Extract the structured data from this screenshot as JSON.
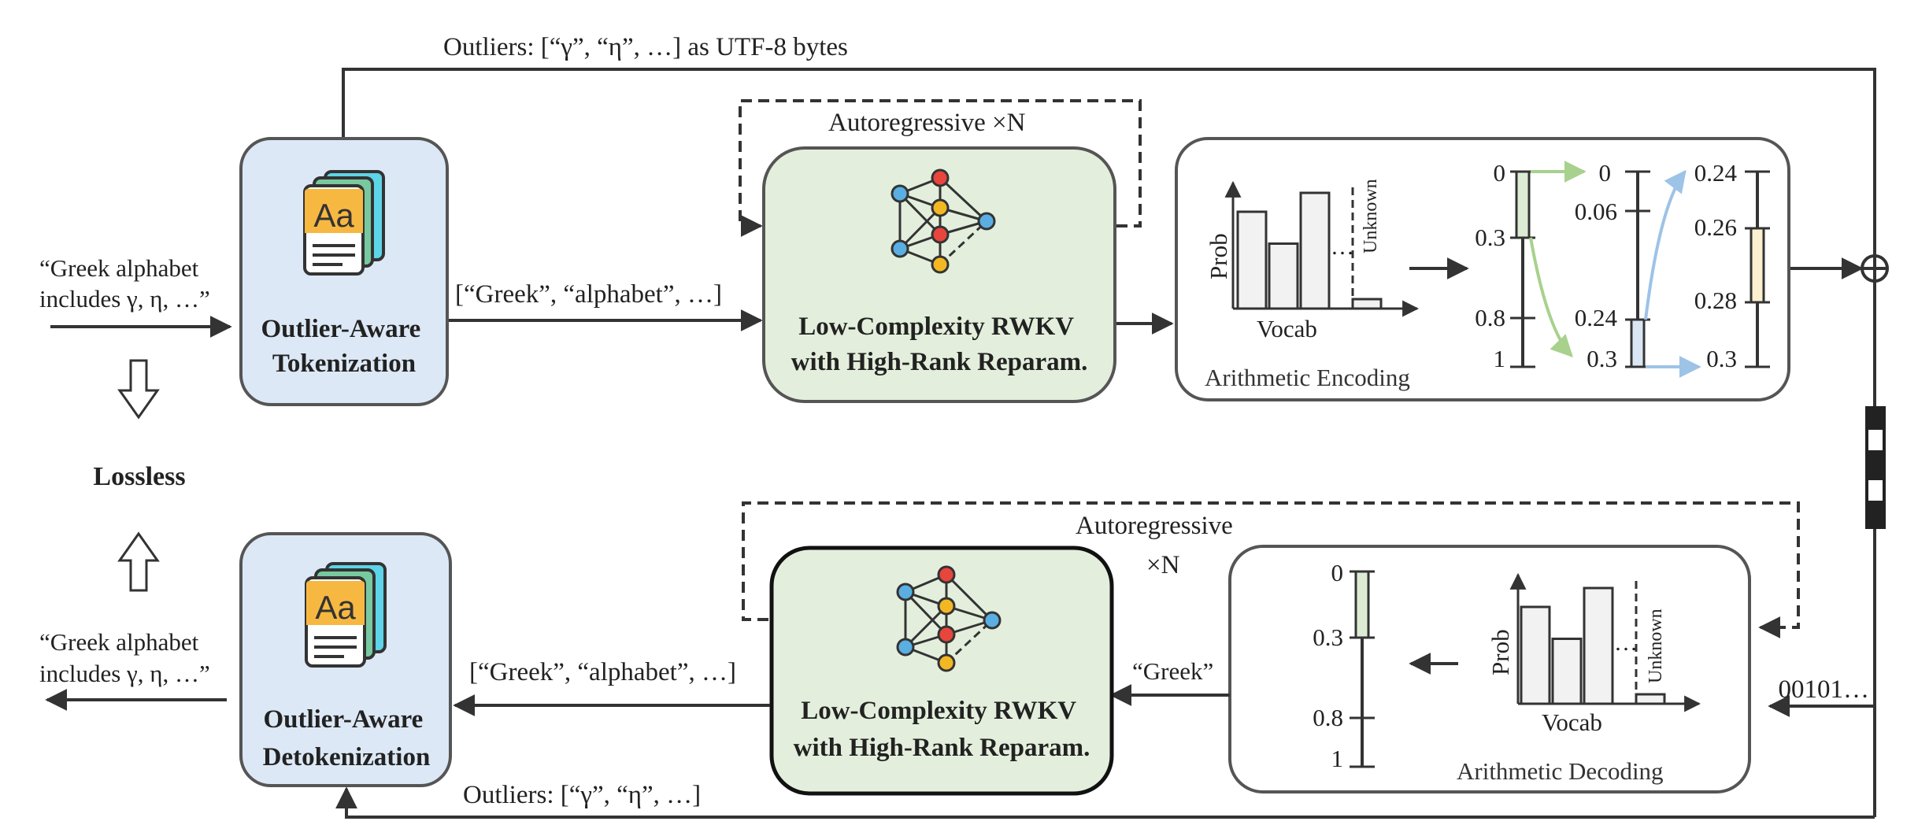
{
  "colors": {
    "stroke": "#333333",
    "tokenizer_fill": "#dce8f5",
    "rwkv_fill": "#e3efdc",
    "green_bar": "#dcecd4",
    "blue_bar": "#dbe6f4",
    "yellow_bar": "#fbf0cf",
    "green_arrow": "#a9d18e",
    "blue_arrow": "#9dc3e6",
    "node_red": "#e8453c",
    "node_yellow": "#f2b824",
    "node_blue": "#5aaee2",
    "icon_orange": "#f7b842",
    "icon_green": "#78c9a0",
    "icon_teal": "#5ed4e8",
    "hist_bar": "#f2f2f2"
  },
  "top": {
    "outliers_label": "Outliers:  [“γ”, “η”, …] as UTF-8 bytes",
    "input_text": [
      "“Greek alphabet",
      "includes γ, η, …”"
    ],
    "tokenizer": {
      "title": [
        "Outlier-Aware",
        "Tokenization"
      ],
      "icon": "font-document-icon",
      "icon_text": "Aa"
    },
    "tokens_label": "[“Greek”, “alphabet”, …]",
    "autoregressive": "Autoregressive  ×N",
    "rwkv": {
      "title": [
        "Low-Complexity RWKV",
        "with High-Rank Reparam."
      ],
      "icon": "neural-network-icon"
    },
    "encoder": {
      "caption": "Arithmetic Encoding",
      "prob_axis": "Prob",
      "vocab_axis": "Vocab",
      "unknown_label": "Unknown",
      "ellipsis": "…",
      "histogram": [
        0.82,
        0.55,
        0.98,
        0.08
      ],
      "scale1": [
        "0",
        "0.3",
        "0.8",
        "1"
      ],
      "scale2": [
        "0",
        "0.06",
        "0.24",
        "0.3"
      ],
      "scale3": [
        "0.24",
        "0.26",
        "0.28",
        "0.3"
      ]
    }
  },
  "middle": {
    "lossless": "Lossless",
    "bitstream": "00101…",
    "xor_icon": "circle-plus-icon"
  },
  "bottom": {
    "output_text": [
      "“Greek alphabet",
      "includes γ, η, …”"
    ],
    "detokenizer": {
      "title": [
        "Outlier-Aware",
        "Detokenization"
      ],
      "icon": "font-document-icon",
      "icon_text": "Aa"
    },
    "tokens_label": "[“Greek”, “alphabet”, …]",
    "autoregressive": "Autoregressive",
    "times_n": "×N",
    "rwkv": {
      "title": [
        "Low-Complexity RWKV",
        "with High-Rank Reparam."
      ],
      "icon": "neural-network-icon"
    },
    "greek_label": "“Greek”",
    "outliers_label": "Outliers:  [“γ”, “η”, …]",
    "decoder": {
      "caption": "Arithmetic Decoding",
      "prob_axis": "Prob",
      "vocab_axis": "Vocab",
      "unknown_label": "Unknown",
      "ellipsis": "…",
      "histogram": [
        0.82,
        0.55,
        0.98,
        0.08
      ],
      "scale": [
        "0",
        "0.3",
        "0.8",
        "1"
      ]
    }
  }
}
